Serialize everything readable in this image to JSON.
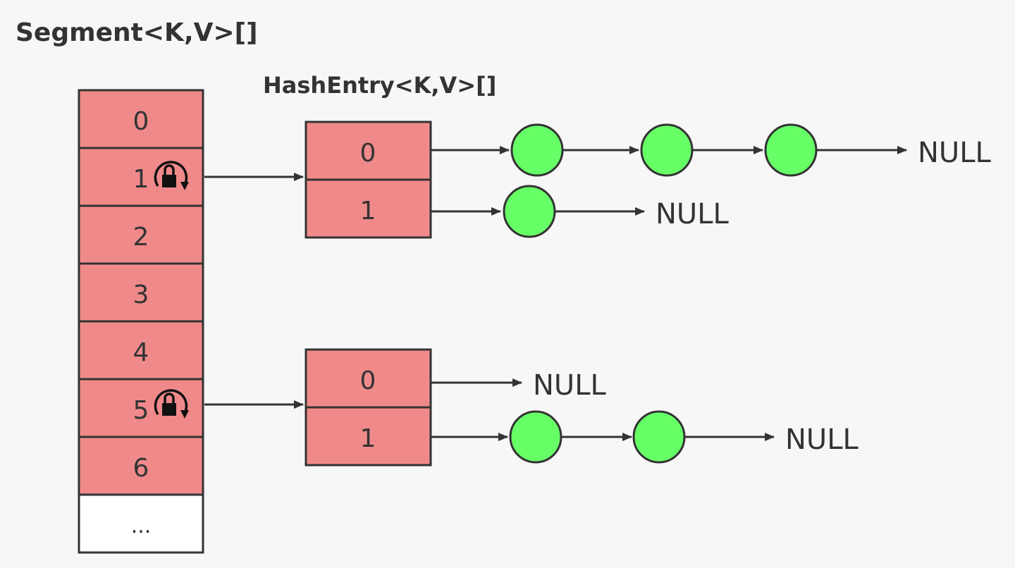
{
  "segment_array": {
    "title": "Segment<K,V>[]",
    "cells": [
      "0",
      "1",
      "2",
      "3",
      "4",
      "5",
      "6",
      "..."
    ],
    "locked_cells": [
      "1",
      "5"
    ],
    "cell_color": "#f08a8a",
    "ellipsis_cell_color": "#ffffff"
  },
  "hash_entry_label": "HashEntry<K,V>[]",
  "hash_entry_tables": [
    {
      "from_segment_cell": "1",
      "cells": [
        "0",
        "1"
      ],
      "chains": [
        {
          "nodes": 3,
          "terminator": "NULL"
        },
        {
          "nodes": 1,
          "terminator": "NULL"
        }
      ]
    },
    {
      "from_segment_cell": "5",
      "cells": [
        "0",
        "1"
      ],
      "chains": [
        {
          "nodes": 0,
          "terminator": "NULL"
        },
        {
          "nodes": 2,
          "terminator": "NULL"
        }
      ]
    }
  ],
  "colors": {
    "cell_fill": "#f08a8a",
    "node_fill": "#66ff66",
    "stroke": "#333333",
    "background": "#f7f7f7"
  },
  "icons": {
    "lock": "lock-icon"
  }
}
